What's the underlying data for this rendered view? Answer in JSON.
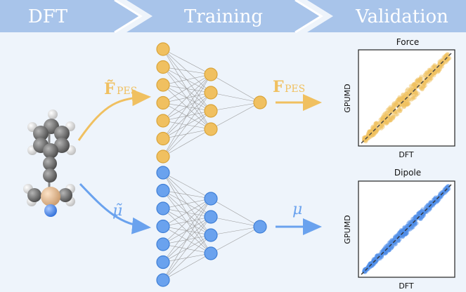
{
  "stages": [
    "DFT",
    "Training",
    "Validation"
  ],
  "paths": {
    "force_input_label": "F̃",
    "force_input_sub": "PES",
    "force_output_label": "F",
    "force_output_sub": "PES",
    "dipole_input_label": "μ̃",
    "dipole_output_label": "μ"
  },
  "colors": {
    "banner": "#a8c4ea",
    "force": "#f0c060",
    "force_stroke": "#d9a43a",
    "dipole": "#6aa2ee",
    "dipole_stroke": "#3f7fd6",
    "carbon": "#707070",
    "hydrogen": "#ffffff",
    "silicon": "#e8c09a",
    "nitrogen": "#5b8fe6"
  },
  "panels": [
    {
      "title": "Force",
      "xlabel": "DFT",
      "ylabel": "GPUMD",
      "series_color": "#f0c060"
    },
    {
      "title": "Dipole",
      "xlabel": "DFT",
      "ylabel": "GPUMD",
      "series_color": "#4f8fe8"
    }
  ]
}
